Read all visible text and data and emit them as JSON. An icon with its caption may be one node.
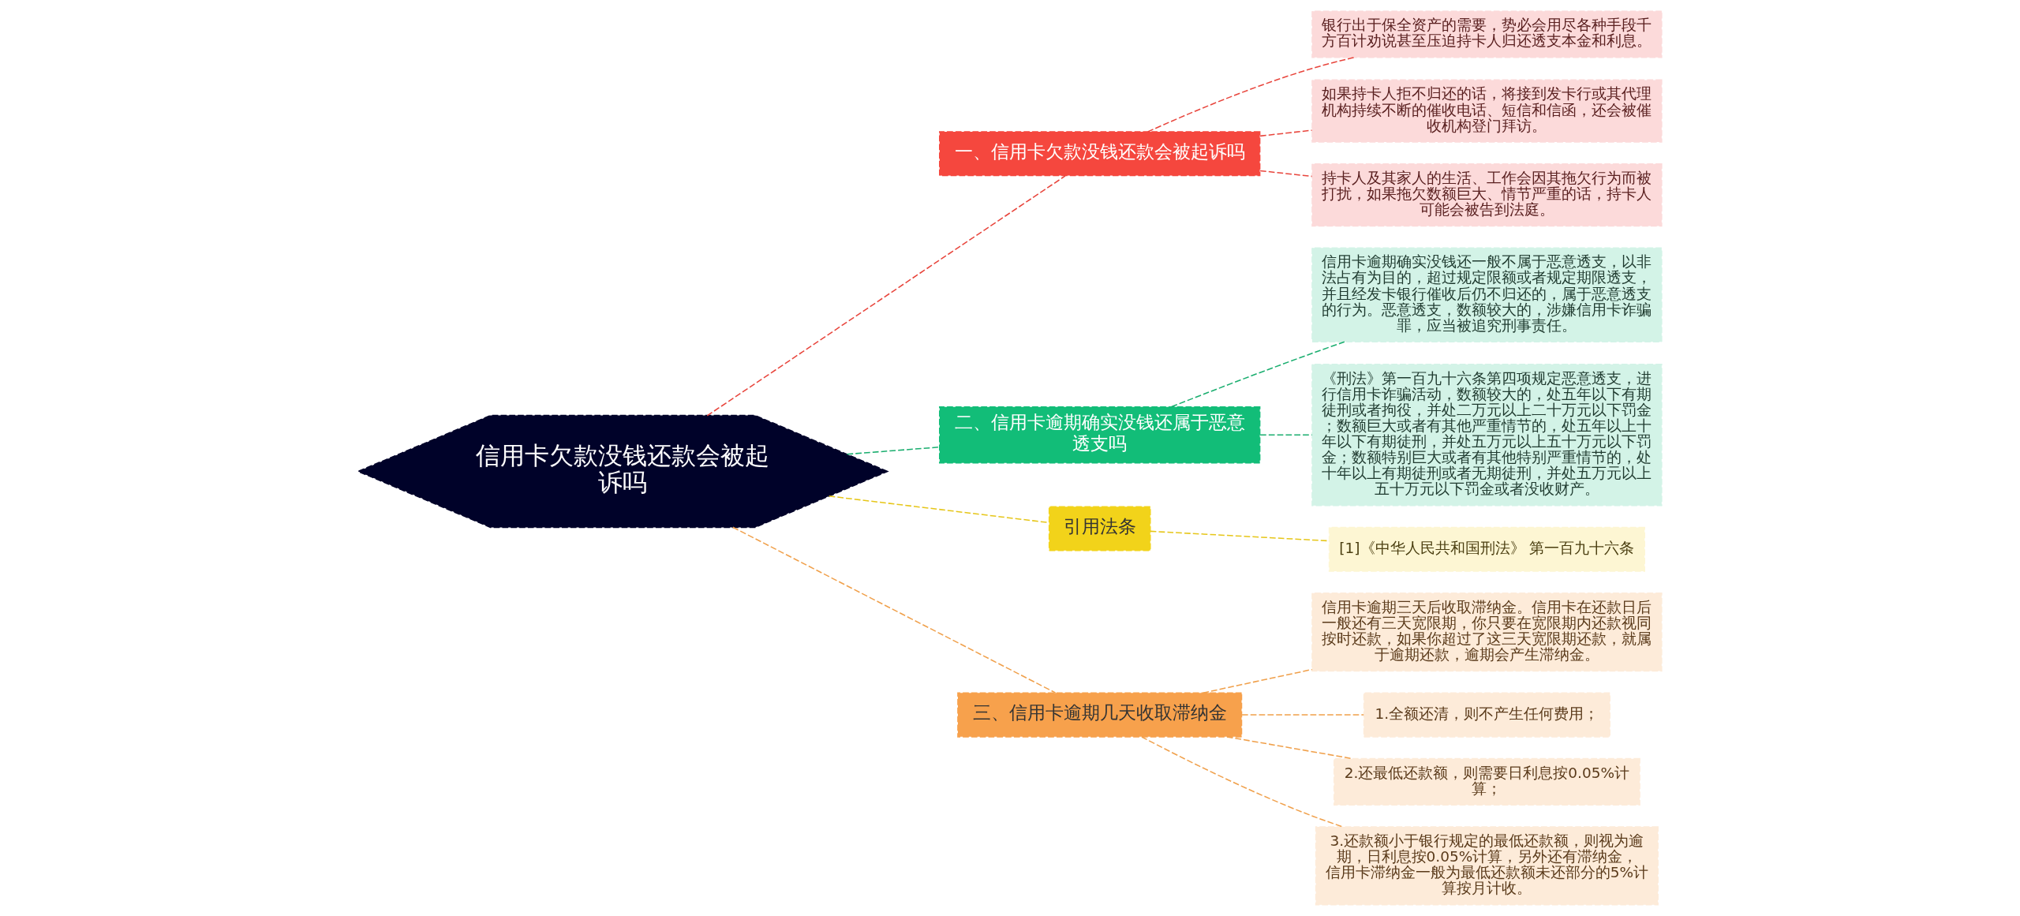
{
  "diagram": {
    "nodes": [
      {
        "text": [
          "信用卡欠款没钱还款会被起诉吗"
        ]
      },
      {
        "text": [
          "一、信用卡欠款没钱还款会被起诉吗"
        ]
      },
      {
        "text": [
          "银行出于保全资产的需要，势必会用尽各种手段千方百计劝说甚至压迫持卡人归还透支本金和利息。"
        ]
      },
      {
        "text": [
          "如果持卡人拒不归还的话，将接到发卡行或其代理机构持续不断的催收电话、短信和信函，还会被催收机构登门拜访。"
        ]
      },
      {
        "text": [
          "持卡人及其家人的生活、工作会因其拖欠行为而被打扰，如果拖欠数额巨大、情节严重的话，持卡人可能会被告到法庭。"
        ]
      },
      {
        "text": [
          "二、信用卡逾期确实没钱还属于恶意透支吗"
        ]
      },
      {
        "text": [
          "信用卡逾期确实没钱还一般不属于恶意透支，以非法占有为目的，超过规定限额或者规定期限透支，并且经发卡银行催收后仍不归还的，属于恶意透支的行为。恶意透支，数额较大的，涉嫌信用卡诈骗罪，应当被追究刑事责任。"
        ]
      },
      {
        "text": [
          "《刑法》第一百九十六条第四项规定恶意透支，进行信用卡诈骗活动，数额较大的，处五年以下有期徒刑或者拘役，并处二万元以上二十万元以下罚金；数额巨大或者有其他严重情节的，处五年以上十年以下有期徒刑，并处五万元以上五十万元以下罚金；数额特别巨大或者有其他特别严重情节的，处十年以上有期徒刑或者无期徒刑，并处五万元以上五十万元以下罚金或者没收财产。"
        ]
      },
      {
        "text": [
          "引用法条"
        ]
      },
      {
        "text": [
          "[1]《中华人民共和国刑法》 第一百九十六条"
        ]
      },
      {
        "text": [
          "三、信用卡逾期几天收取滞纳金"
        ]
      },
      {
        "text": [
          "信用卡逾期三天后收取滞纳金。信用卡在还款日后一般还有三天宽限期，你只要在宽限期内还款视同按时还款，如果你超过了这三天宽限期还款，就属于逾期还款，逾期会产生滞纳金。"
        ]
      },
      {
        "text": [
          "1.全额还清，则不产生任何费用；"
        ]
      },
      {
        "text": [
          "2.还最低还款额，则需要日利息按0.05%计算；"
        ]
      },
      {
        "text": [
          "3.还款额小于银行规定的最低还款额，则视为逾期，日利息按0.05%计算，另外还有滞纳金，信用卡滞纳金一般为最低还款额未还部分的5%计算按月计收。"
        ]
      }
    ],
    "edges": [
      {
        "from": 0,
        "to": 1,
        "arrow": "none",
        "style": "dashed",
        "color": "#e8453c"
      },
      {
        "from": 1,
        "to": 2,
        "arrow": "none",
        "style": "dashed",
        "color": "#e8453c"
      },
      {
        "from": 1,
        "to": 3,
        "arrow": "none",
        "style": "dashed",
        "color": "#e8453c"
      },
      {
        "from": 1,
        "to": 4,
        "arrow": "none",
        "style": "dashed",
        "color": "#e8453c"
      },
      {
        "from": 0,
        "to": 5,
        "arrow": "none",
        "style": "dashed",
        "color": "#1aae6f"
      },
      {
        "from": 5,
        "to": 6,
        "arrow": "none",
        "style": "dashed",
        "color": "#1aae6f"
      },
      {
        "from": 5,
        "to": 7,
        "arrow": "none",
        "style": "dashed",
        "color": "#1aae6f"
      },
      {
        "from": 0,
        "to": 8,
        "arrow": "none",
        "style": "dashed",
        "color": "#e6c619"
      },
      {
        "from": 8,
        "to": 9,
        "arrow": "none",
        "style": "dashed",
        "color": "#e6c619"
      },
      {
        "from": 0,
        "to": 10,
        "arrow": "none",
        "style": "dashed",
        "color": "#f0a04b"
      },
      {
        "from": 10,
        "to": 11,
        "arrow": "none",
        "style": "dashed",
        "color": "#f0a04b"
      },
      {
        "from": 10,
        "to": 12,
        "arrow": "none",
        "style": "dashed",
        "color": "#f0a04b"
      },
      {
        "from": 10,
        "to": 13,
        "arrow": "none",
        "style": "dashed",
        "color": "#f0a04b"
      },
      {
        "from": 10,
        "to": 14,
        "arrow": "none",
        "style": "dashed",
        "color": "#f0a04b"
      }
    ]
  }
}
